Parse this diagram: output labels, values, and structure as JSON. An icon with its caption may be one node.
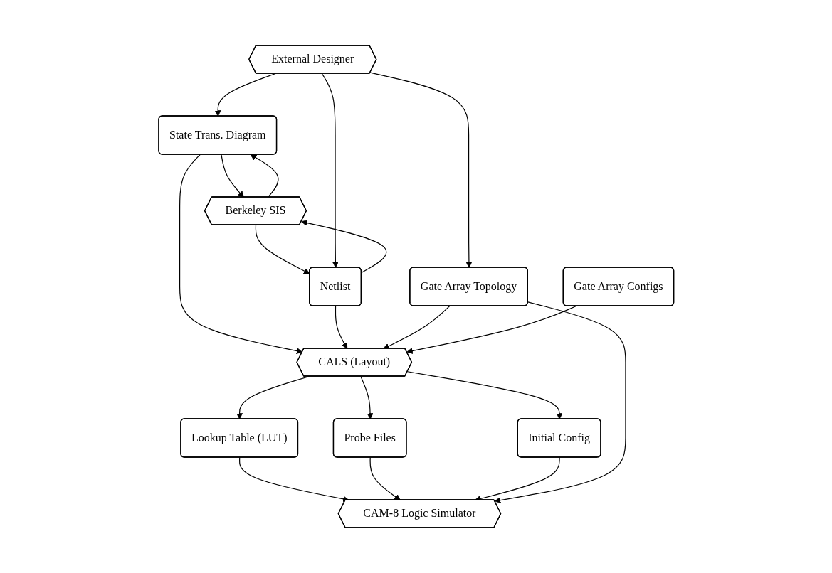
{
  "diagram": {
    "nodes": [
      {
        "text": [
          "State Trans. Diagram"
        ]
      },
      {
        "text": [
          "Berkeley SIS"
        ]
      },
      {
        "text": [
          "Netlist"
        ]
      },
      {
        "text": [
          "Gate Array Topology"
        ]
      },
      {
        "text": [
          "Gate Array Configs"
        ]
      },
      {
        "text": [
          "External Designer"
        ]
      },
      {
        "text": [
          "CALS (Layout)"
        ]
      },
      {
        "text": [
          "Lookup Table (LUT)"
        ]
      },
      {
        "text": [
          "Probe Files"
        ]
      },
      {
        "text": [
          "CAM-8 Logic Simulator"
        ]
      },
      {
        "text": [
          "Initial Config"
        ]
      }
    ],
    "edges": [
      {
        "from": 1,
        "to": 0,
        "arrow": "to"
      },
      {
        "from": 0,
        "to": 1,
        "arrow": "to"
      },
      {
        "from": 2,
        "to": 1,
        "arrow": "to"
      },
      {
        "from": 1,
        "to": 2,
        "arrow": "to"
      },
      {
        "from": 0,
        "to": 6,
        "arrow": "to"
      },
      {
        "from": 5,
        "to": 0,
        "arrow": "to"
      },
      {
        "from": 5,
        "to": 3,
        "arrow": "to"
      },
      {
        "from": 5,
        "to": 2,
        "arrow": "to"
      },
      {
        "from": 2,
        "to": 6,
        "arrow": "to"
      },
      {
        "from": 3,
        "to": 6,
        "arrow": "to"
      },
      {
        "from": 4,
        "to": 6,
        "arrow": "to"
      },
      {
        "from": 6,
        "to": 7,
        "arrow": "to"
      },
      {
        "from": 6,
        "to": 8,
        "arrow": "to"
      },
      {
        "from": 6,
        "to": 10,
        "arrow": "to"
      },
      {
        "from": 7,
        "to": 9,
        "arrow": "to"
      },
      {
        "from": 8,
        "to": 9,
        "arrow": "to"
      },
      {
        "from": 10,
        "to": 9,
        "arrow": "to"
      },
      {
        "from": 3,
        "to": 9,
        "arrow": "to"
      }
    ]
  }
}
